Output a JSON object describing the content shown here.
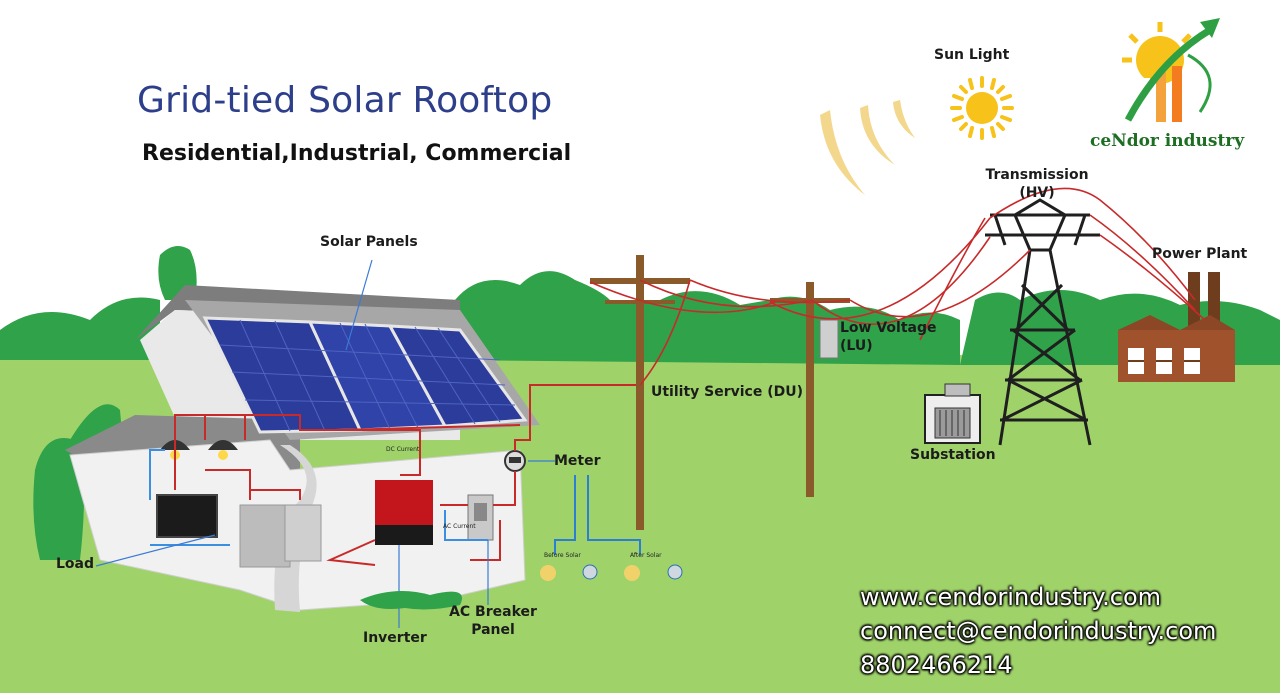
{
  "header": {
    "title": "Grid-tied Solar Rooftop",
    "subtitle": "Residential,Industrial, Commercial"
  },
  "brand": {
    "name": "ceNdor industry"
  },
  "labels": {
    "sun_light": "Sun Light",
    "transmission_line1": "Transmission",
    "transmission_line2": "(HV)",
    "power_plant": "Power Plant",
    "solar_panels": "Solar Panels",
    "low_voltage_line1": "Low Voltage",
    "low_voltage_line2": "(LU)",
    "utility_service": "Utility Service (DU)",
    "substation": "Substation",
    "meter": "Meter",
    "load": "Load",
    "inverter": "Inverter",
    "ac_breaker_line1": "AC Breaker",
    "ac_breaker_line2": "Panel",
    "dc_current": "DC Current",
    "ac_current": "AC Current",
    "before_solar": "Before Solar",
    "after_solar": "After Solar"
  },
  "contact": {
    "website": "www.cendorindustry.com",
    "email": "connect@cendorindustry.com",
    "phone": "8802466214"
  },
  "colors": {
    "sky": "#ffffff",
    "ground": "#9fd36a",
    "trees": "#2fa24a",
    "wire": "#c82a2a",
    "panel": "#2b3c9a",
    "title": "#2d3e8a",
    "brand": "#1d6e22",
    "sun": "#f7c21a"
  }
}
